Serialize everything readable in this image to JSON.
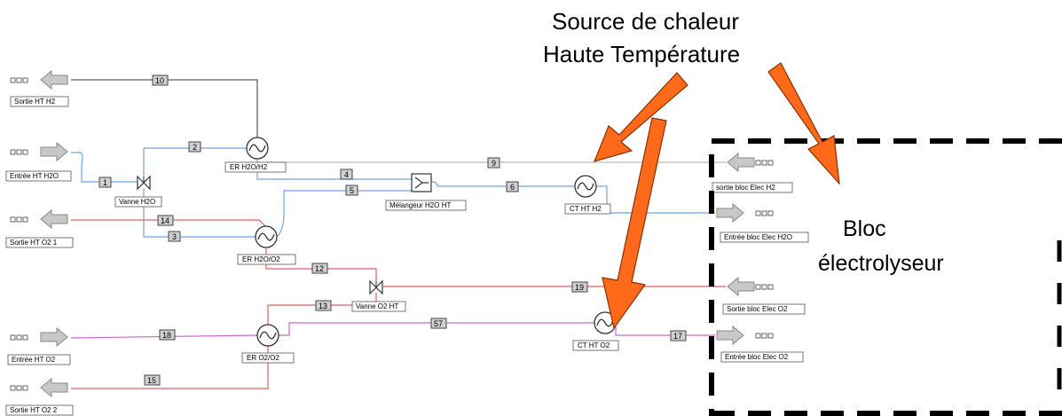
{
  "annotations": {
    "heat_source_line1": "Source de chaleur",
    "heat_source_line2": "Haute Température",
    "electrolyser_line1": "Bloc",
    "electrolyser_line2": "électrolyseur"
  },
  "ports": {
    "sortie_ht_h2": "Sortie HT H2",
    "entree_ht_h2o": "Entrée HT H2O",
    "sortie_ht_o2_1": "Sortie HT O2 1",
    "entree_ht_o2": "Entrée HT O2",
    "sortie_ht_o2_2": "Sortie HT O2 2",
    "sortie_bloc_elec_h2": "sortie bloc Elec H2",
    "entree_bloc_elec_h2o": "Entrée bloc Elec H2O",
    "sortie_bloc_elec_o2": "Sortie bloc Elec O2",
    "entree_bloc_elec_o2": "Entrée bloc Elec O2"
  },
  "components": {
    "er_h2o_h2": "ER H2O/H2",
    "er_h2o_o2": "ER H2O/O2",
    "er_o2_o2": "ER O2/O2",
    "vanne_h2o": "Vanne H2O",
    "vanne_o2_ht": "Vanne O2 HT",
    "melangeur": "Mélangeur H2O HT",
    "ct_ht_h2": "CT HT H2",
    "ct_ht_o2": "CT HT O2"
  },
  "streams": {
    "s1": "1",
    "s2": "2",
    "s3": "3",
    "s4": "4",
    "s5": "5",
    "s6": "6",
    "s9": "9",
    "s10": "10",
    "s12": "12",
    "s13": "13",
    "s14": "14",
    "s15": "15",
    "s17": "17",
    "s18": "18",
    "s19": "19",
    "s57": "57"
  },
  "colors": {
    "water_line": "#6aa8e0",
    "oxygen_hot_line": "#e06060",
    "oxygen_line": "#cc66cc",
    "h2_line": "#333333",
    "recycle_line": "#bbbbbb",
    "heat_arrow": "#ff6a1a",
    "port_arrow": "#c8c8c8"
  }
}
